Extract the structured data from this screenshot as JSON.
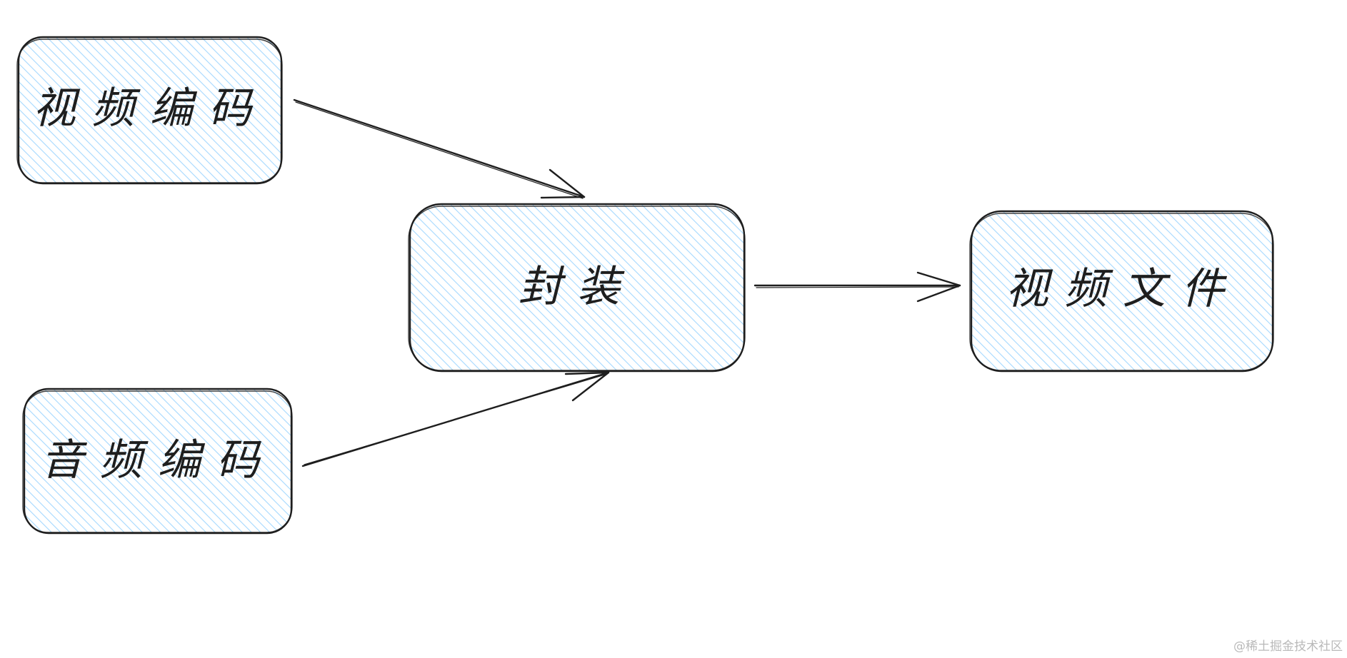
{
  "colors": {
    "hatch": "#a5d8ff",
    "stroke": "#1e1e1e",
    "background": "#ffffff",
    "watermark": "#b9b9b9"
  },
  "nodes": {
    "video_encoding": {
      "label": "视频编码"
    },
    "audio_encoding": {
      "label": "音频编码"
    },
    "muxing": {
      "label": "封装"
    },
    "video_file": {
      "label": "视频文件"
    }
  },
  "edges": [
    {
      "from": "video_encoding",
      "to": "muxing"
    },
    {
      "from": "audio_encoding",
      "to": "muxing"
    },
    {
      "from": "muxing",
      "to": "video_file"
    }
  ],
  "watermark": "@稀土掘金技术社区"
}
